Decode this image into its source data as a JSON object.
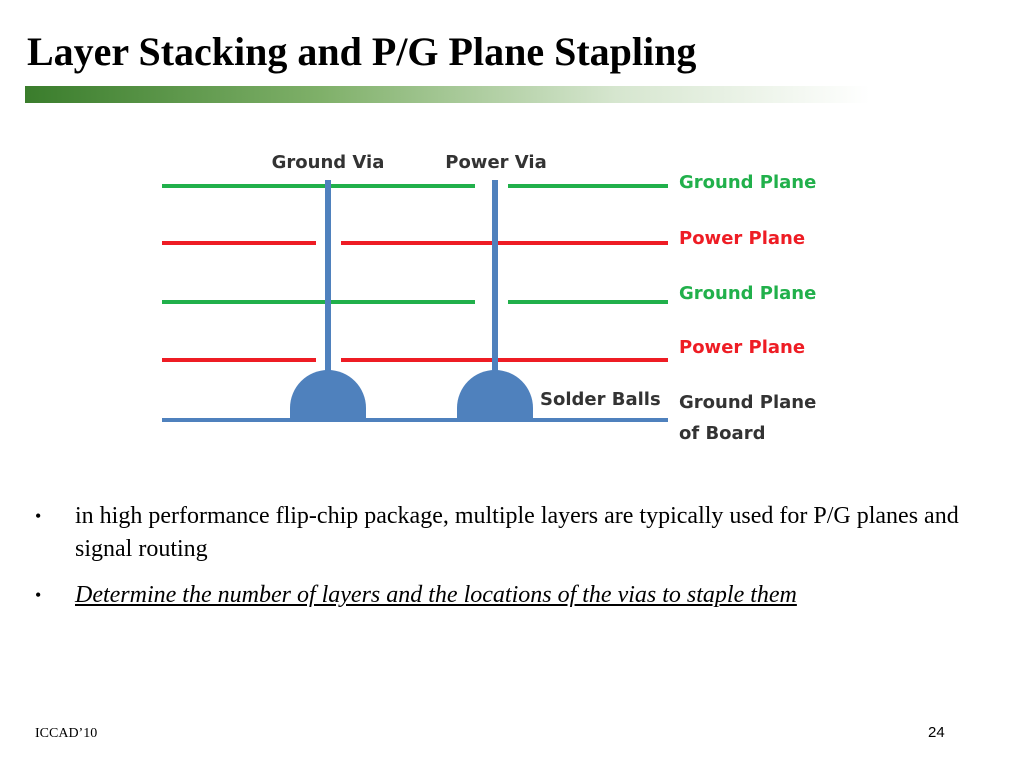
{
  "slide": {
    "title": "Layer Stacking and P/G Plane Stapling",
    "footer_left": "ICCAD’10",
    "page_number": "24"
  },
  "diagram": {
    "labels": {
      "ground_via": "Ground Via",
      "power_via": "Power Via",
      "solder_balls": "Solder Balls",
      "layer_1": "Ground Plane",
      "layer_2": "Power Plane",
      "layer_3": "Ground Plane",
      "layer_4": "Power Plane",
      "board_line1": "Ground Plane",
      "board_line2": "of Board"
    },
    "colors": {
      "ground": "#21b04b",
      "power": "#ee1c24",
      "via": "#4f81bd",
      "board": "#4f81bd"
    }
  },
  "bullets": [
    {
      "text": "in high performance flip-chip package, multiple layers are typically used for P/G planes and signal routing"
    },
    {
      "text": "Determine the number of layers and the locations of the vias to staple them"
    }
  ],
  "bullet_glyph": "•"
}
